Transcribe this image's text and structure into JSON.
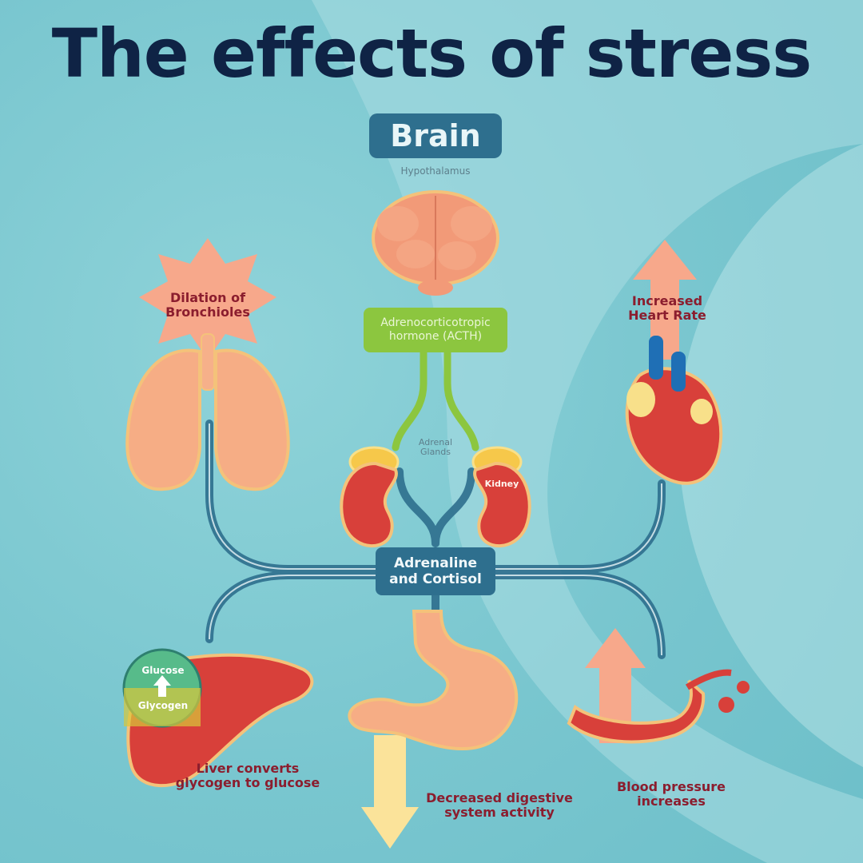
{
  "title": "The effects of stress",
  "brain": {
    "label": "Brain",
    "sublabel": "Hypothalamus"
  },
  "hormone": {
    "label": "Adrenocorticotropic\nhormone (ACTH)"
  },
  "glands": {
    "adrenal_label": "Adrenal\nGlands",
    "kidney_label": "Kidney"
  },
  "center": {
    "label": "Adrenaline\nand Cortisol"
  },
  "effects": {
    "lungs": "Dilation of\nBronchioles",
    "heart": "Increased\nHeart Rate",
    "liver": "Liver converts\nglycogen to glucose",
    "liver_badge_top": "Glucose",
    "liver_badge_bottom": "Glycogen",
    "stomach": "Decreased digestive\nsystem activity",
    "blood": "Blood pressure\nincreases"
  },
  "colors": {
    "background": "#79c6cf",
    "title": "#0f2345",
    "box_blue": "#2e6f8e",
    "box_green": "#8cc63f",
    "arrow_pink": "#f7a88b",
    "organ_red": "#d8403a",
    "label_maroon": "#8b1d2e"
  }
}
